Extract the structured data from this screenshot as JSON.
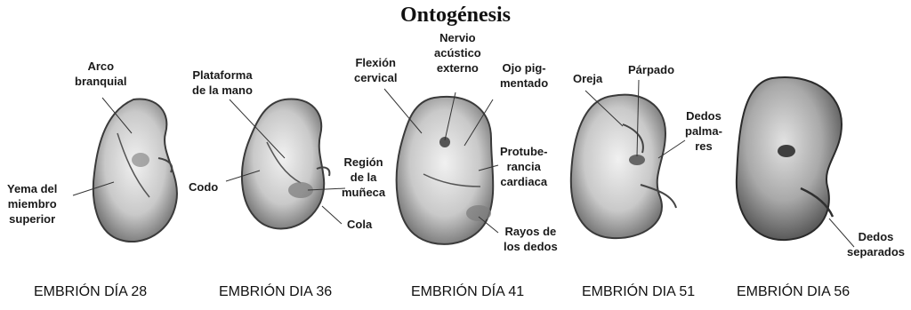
{
  "title": "Ontogénesis",
  "captions": [
    "EMBRIÓN DÍA 28",
    "EMBRIÓN DIA 36",
    "EMBRIÓN DÍA 41",
    "EMBRIÓN DIA 51",
    "EMBRIÓN DIA 56"
  ],
  "labels": {
    "arco_branquial": "Arco\nbranquial",
    "yema_miembro": "Yema del\nmiembro\nsuperior",
    "plataforma_mano": "Plataforma\nde la mano",
    "codo": "Codo",
    "region_muneca": "Región\nde la\nmuñeca",
    "cola": "Cola",
    "flexion_cervical": "Flexión\ncervical",
    "nervio_acustico": "Nervio\nacústico\nexterno",
    "ojo_pigmentado": "Ojo pig-\nmentado",
    "protuberancia": "Protube-\nrancia\ncardiaca",
    "rayos_dedos": "Rayos de\nlos dedos",
    "oreja": "Oreja",
    "parpado": "Párpado",
    "dedos_palmares": "Dedos\npalma-\nres",
    "dedos_separados": "Dedos\nseparados"
  }
}
